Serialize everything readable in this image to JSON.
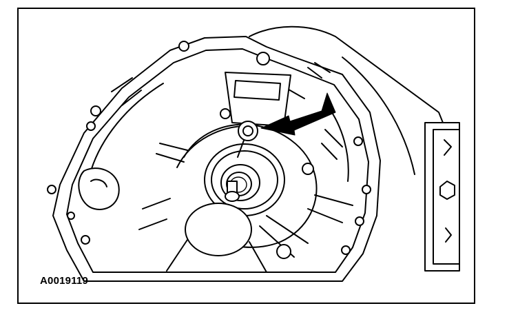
{
  "figure": {
    "id_label": "A0019119",
    "colors": {
      "line": "#000000",
      "background": "#ffffff"
    },
    "callout": {
      "type": "arrow",
      "points_to": "seal"
    }
  }
}
